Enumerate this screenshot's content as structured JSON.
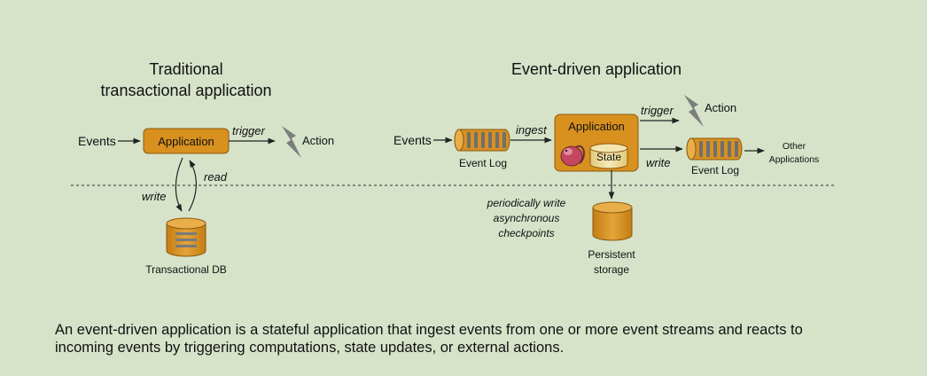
{
  "left": {
    "title_line1": "Traditional",
    "title_line2": "transactional application",
    "events": "Events",
    "app": "Application",
    "trigger": "trigger",
    "action": "Action",
    "read": "read",
    "write": "write",
    "db": "Transactional DB"
  },
  "right": {
    "title": "Event-driven application",
    "events": "Events",
    "ingest": "ingest",
    "log_in": "Event Log",
    "app": "Application",
    "state": "State",
    "trigger": "trigger",
    "action": "Action",
    "write": "write",
    "log_out": "Event Log",
    "other_line1": "Other",
    "other_line2": "Applications",
    "checkpoint_line1": "periodically write",
    "checkpoint_line2": "asynchronous",
    "checkpoint_line3": "checkpoints",
    "storage_line1": "Persistent",
    "storage_line2": "storage"
  },
  "caption": {
    "line1": "An event-driven application is a stateful application that ingest events from one or more event streams and reacts to",
    "line2": "incoming events by triggering computations, state updates, or external actions."
  },
  "colors": {
    "background": "#d6e3c9",
    "box_fill": "#d8901f",
    "box_stroke": "#8a5a10",
    "state_fill": "#ecd99a",
    "lightning": "#7d7d7d"
  }
}
